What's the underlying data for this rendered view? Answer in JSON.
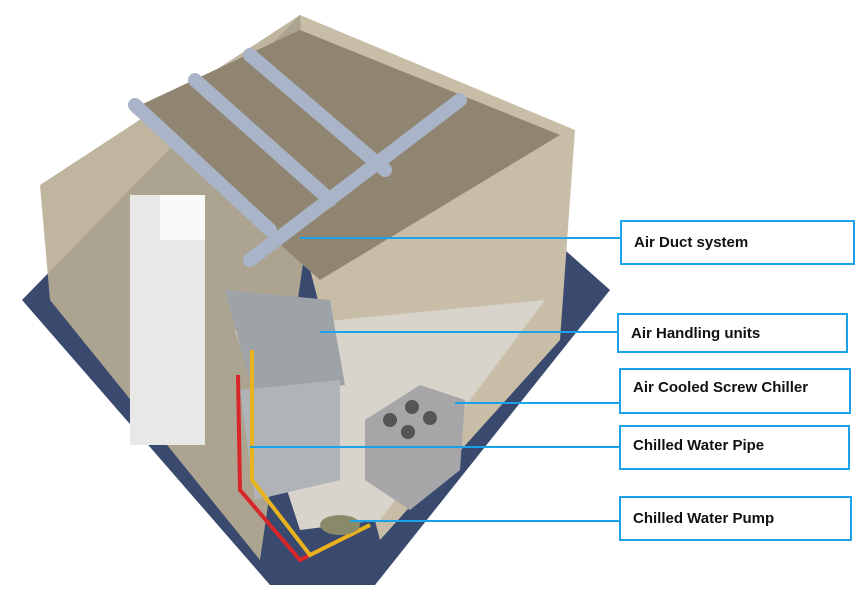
{
  "labels": [
    {
      "id": "air-duct",
      "text": "Air Duct system"
    },
    {
      "id": "ahu",
      "text": "Air Handling units"
    },
    {
      "id": "chiller",
      "text": "Air Cooled Screw Chiller"
    },
    {
      "id": "pipe",
      "text": "Chilled Water Pipe"
    },
    {
      "id": "pump",
      "text": "Chilled Water Pump"
    }
  ],
  "colors": {
    "accent": "#1aa3e8",
    "carpet": "#3a4a6e",
    "duct": "#a9b4c8",
    "pipe_red": "#d8262a",
    "pipe_yellow": "#e8b41e"
  }
}
